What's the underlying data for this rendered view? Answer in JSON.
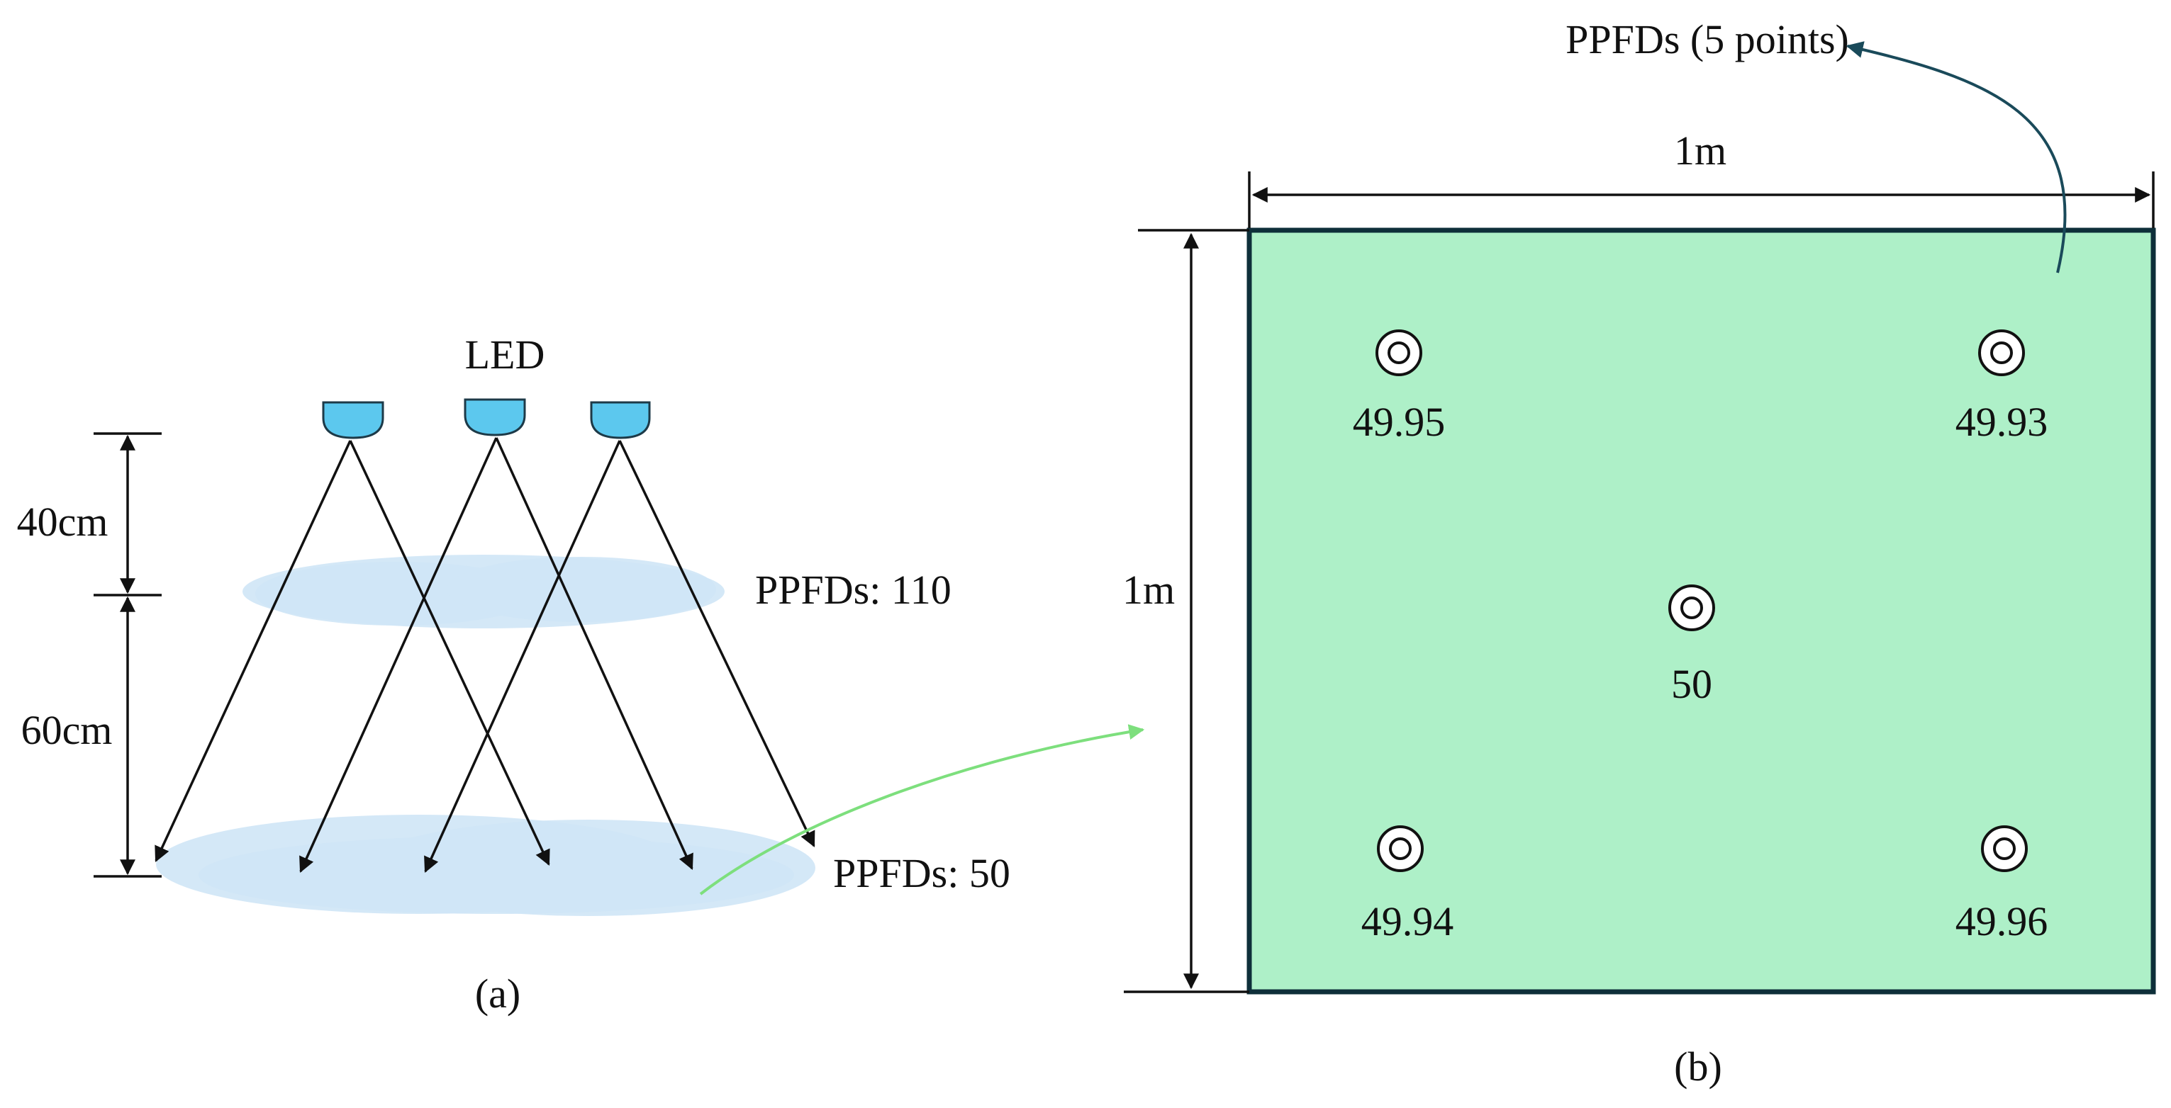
{
  "panel_a": {
    "led_label": "LED",
    "distance_top": "40cm",
    "distance_bottom": "60cm",
    "ppfd_upper": "PPFDs: 110",
    "ppfd_lower": "PPFDs: 50",
    "caption": "(a)"
  },
  "panel_b": {
    "annotation": "PPFDs (5 points)",
    "width_label": "1m",
    "height_label": "1m",
    "points": [
      {
        "position": "top-left",
        "value": "49.95"
      },
      {
        "position": "top-right",
        "value": "49.93"
      },
      {
        "position": "center",
        "value": "50"
      },
      {
        "position": "bottom-left",
        "value": "49.94"
      },
      {
        "position": "bottom-right",
        "value": "49.96"
      }
    ],
    "caption": "(b)"
  },
  "colors": {
    "led_fill": "#5cc8ee",
    "light_spot": "#cfe6f6",
    "plate_fill": "#aef0c8",
    "plate_border": "#0e2f3a",
    "green_arrow": "#7ddf7d",
    "dark_arrow": "#1a4a5a"
  },
  "icons": {
    "sensor": "concentric-circle-sensor-icon",
    "led": "led-lamp-icon"
  }
}
